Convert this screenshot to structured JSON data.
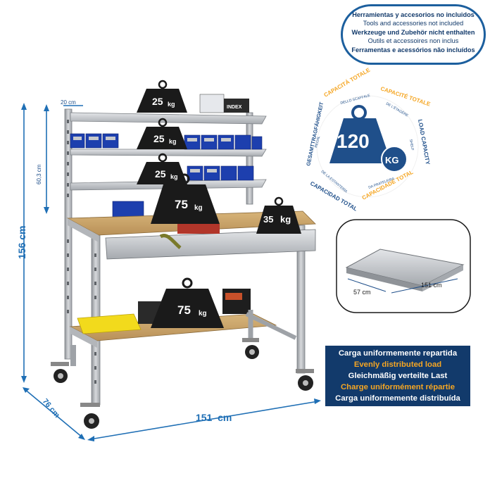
{
  "notice": {
    "lines": [
      "Herramientas y accesorios no incluidos",
      "Tools and accessories not included",
      "Werkzeuge und Zubehör nicht enthalten",
      "Outils et accessoires non inclus",
      "Ferramentas e acessórios não incluídos"
    ]
  },
  "dimensions": {
    "shelf_depth": "20 cm",
    "upper_height": "60,3 cm",
    "total_height": "156 cm",
    "depth": "76 cm",
    "width": "151  cm"
  },
  "weights": {
    "top_shelf": "25",
    "second_shelf": "25",
    "third_shelf": "25",
    "worktop": "75",
    "drawer": "35",
    "bottom_shelf": "75",
    "unit": "kg"
  },
  "box_label": "INDEX",
  "badge": {
    "value": "120",
    "unit": "KG",
    "ring_text_de": "GESAMTTRAGFÄHIGKEIT",
    "ring_text_it": "CAPACITÁ TOTALE",
    "ring_text_it_sub": "DELLO SCAFFALE",
    "ring_text_fr": "CAPACITÉ TOTALE",
    "ring_text_fr_sub": "DE L'ÉTAGÈRE",
    "ring_text_en": "LOAD CAPACITY",
    "ring_text_en_sub": "SHELF",
    "ring_text_regal": "REGAL",
    "ring_text_es": "CAPACIDAD TOTAL",
    "ring_text_es_sub": "DE LA ESTANTERÍA",
    "ring_text_pt": "CAPACIDADE TOTAL",
    "ring_text_pt_sub": "DA PRATELEIRA"
  },
  "drawer_callout": {
    "depth": "57 cm",
    "width": "151 cm"
  },
  "legend": {
    "lines": [
      "Carga uniformemente repartida",
      "Evenly distributed load",
      "Gleichmäßig verteilte Last",
      "Charge uniformément répartie",
      "Carga uniformemente distribuída"
    ]
  },
  "colors": {
    "brand_blue": "#123a6b",
    "accent_orange": "#f5a623",
    "dimension_blue": "#1f6fb5",
    "weight_black": "#1a1a1a",
    "steel": "#b9bcc0",
    "wood": "#c9a56a",
    "bin_blue": "#1d3fae"
  }
}
